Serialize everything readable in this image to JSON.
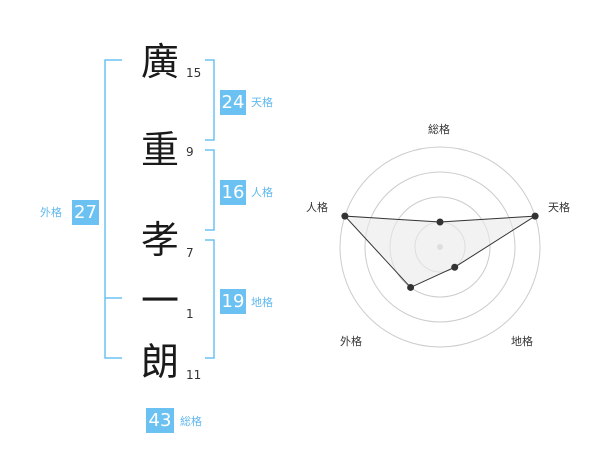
{
  "name_chars": [
    {
      "char": "廣",
      "strokes": "15"
    },
    {
      "char": "重",
      "strokes": "9"
    },
    {
      "char": "孝",
      "strokes": "7"
    },
    {
      "char": "一",
      "strokes": "1"
    },
    {
      "char": "朗",
      "strokes": "11"
    }
  ],
  "kakusu": {
    "tenkaku": {
      "value": "24",
      "label": "天格"
    },
    "jinkaku": {
      "value": "16",
      "label": "人格"
    },
    "chikaku": {
      "value": "19",
      "label": "地格"
    },
    "gaikaku": {
      "value": "27",
      "label": "外格"
    },
    "soukaku": {
      "value": "43",
      "label": "総格"
    }
  },
  "radar": {
    "axes": [
      "総格",
      "天格",
      "地格",
      "外格",
      "人格"
    ],
    "levels": 4,
    "values": [
      0.25,
      1.0,
      0.25,
      0.5,
      1.0
    ],
    "colors": {
      "fill": "#e9e9e9",
      "stroke": "#333333",
      "grid": "#cccccc",
      "accent": "#6bc2f2"
    }
  }
}
